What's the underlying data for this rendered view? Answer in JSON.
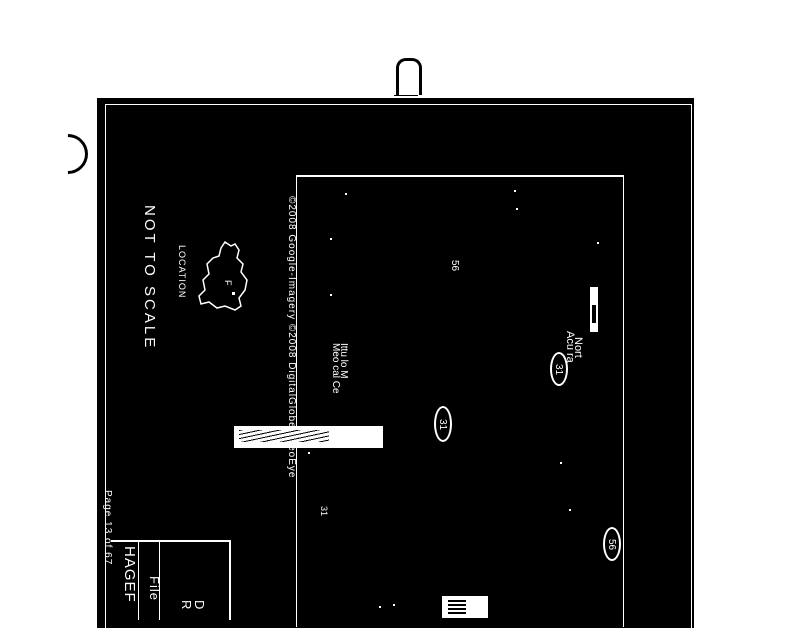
{
  "document": {
    "not_to_scale": "NOT TO SCALE",
    "location_label": "LOCATION",
    "imagery_credit": "©2008 Google-Imagery ©2008 DigitalGlobe, GeoEye",
    "page_number": "Page 13 of 67"
  },
  "map": {
    "label_56": "56",
    "label_31": "31",
    "medical_line1": "Ittu  lo M",
    "medical_line2": "Meo cal Ce",
    "nort_line1": "Nort",
    "nort_line2": "Acu ra",
    "shields": [
      "31",
      "31",
      "56"
    ]
  },
  "title_block": {
    "name": "HAGEF",
    "file_label": "File",
    "d_label": "D",
    "r_label": "R"
  }
}
